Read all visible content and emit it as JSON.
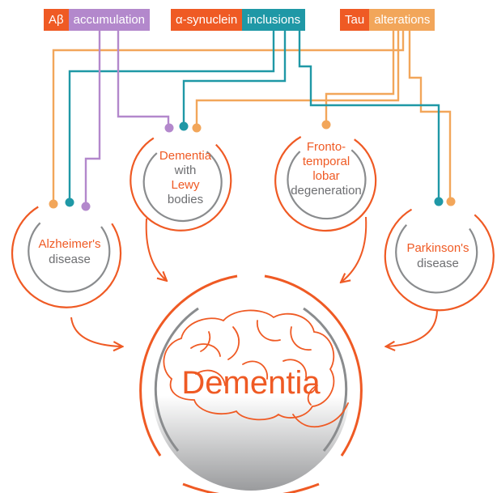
{
  "legend": {
    "abeta": {
      "prefix": "Aβ",
      "label": "accumulation",
      "prefix_color": "#ef5a24",
      "label_color": "#b388cc"
    },
    "asyn": {
      "prefix": "α-synuclein",
      "label": "inclusions",
      "prefix_color": "#ef5a24",
      "label_color": "#1f98a6"
    },
    "tau": {
      "prefix": "Tau",
      "label": "alterations",
      "prefix_color": "#ef5a24",
      "label_color": "#f2a65a"
    }
  },
  "diseases": {
    "dlb": {
      "line1": "Dementia",
      "line2": "with",
      "line3": "Lewy",
      "line4": "bodies"
    },
    "ftld": {
      "line1": "Fronto-",
      "line2": "temporal",
      "line3": "lobar",
      "line4": "degeneration"
    },
    "ad": {
      "line1": "Alzheimer's",
      "line2": "disease"
    },
    "pd": {
      "line1": "Parkinson's",
      "line2": "disease"
    }
  },
  "outcome": {
    "label": "Dementia"
  },
  "colors": {
    "orange": "#ef5a24",
    "gray": "#8a8c8e",
    "abeta": "#b388cc",
    "asyn": "#1f98a6",
    "tau": "#f2a65a"
  }
}
